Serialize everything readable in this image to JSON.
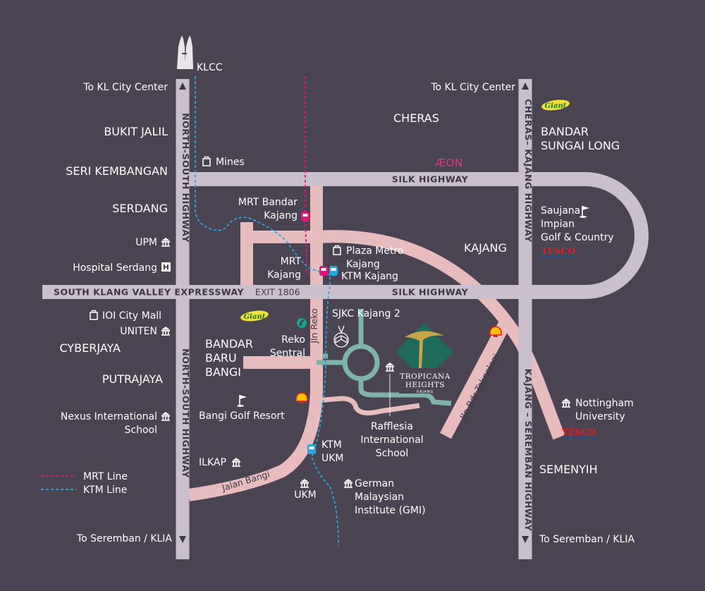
{
  "colors": {
    "background": "#4a4452",
    "highway": "#c9bfcd",
    "local_road": "#e8bcbf",
    "ring_road": "#7fb5a8",
    "mrt_line": "#e0157a",
    "ktm_line": "#2ba5de",
    "brand_gold": "#c9a44a",
    "brand_green": "#1f6b5a",
    "tesco_red": "#e31b23",
    "tesco_blue": "#1b4f9c"
  },
  "roads": {
    "north_south_top": "NORTH-SOUTH HIGHWAY",
    "north_south_bottom": "NORTH-SOUTH HIGHWAY",
    "cheras_kajang": "CHERAS– KAJANG HIGHWAY",
    "kajang_seremban": "KAJANG – SEREMBAN HIGHWAY",
    "silk_top": "SILK HIGHWAY",
    "silk_mid": "SILK HIGHWAY",
    "sklve": "SOUTH KLANG VALLEY EXPRESSWAY",
    "exit": "EXIT 1806",
    "jln_reko": "Jln Reko",
    "jln_bdr_teknologi": "Jln Bdr Teknologi",
    "jalan_bangi": "Jalan Bangi"
  },
  "places": {
    "klcc": "KLCC",
    "to_kl_left": "To KL City Center",
    "to_kl_right": "To KL City Center",
    "cheras": "CHERAS",
    "bukit_jalil": "BUKIT JALIL",
    "seri_kembangan": "SERI KEMBANGAN",
    "serdang": "SERDANG",
    "upm": "UPM",
    "hospital_serdang": "Hospital Serdang",
    "mines": "Mines",
    "bandar_sungai_long": [
      "BANDAR",
      "SUNGAI LONG"
    ],
    "saujana": [
      "Saujana",
      "Impian",
      "Golf & Country"
    ],
    "kajang": "KAJANG",
    "mrt_bandar_kajang": [
      "MRT Bandar",
      "Kajang"
    ],
    "mrt_kajang": [
      "MRT",
      "Kajang"
    ],
    "plaza_metro": [
      "Plaza Metro",
      "Kajang"
    ],
    "ktm_kajang": "KTM Kajang",
    "ioi_city_mall": "IOI City Mall",
    "uniten": "UNITEN",
    "cyberjaya": "CYBERJAYA",
    "putrajaya": "PUTRAJAYA",
    "bandar_baru_bangi": [
      "BANDAR",
      "BARU",
      "BANGI"
    ],
    "reko_sentral": [
      "Reko",
      "Sentral"
    ],
    "sjkc": "SJKC Kajang 2",
    "nexus": [
      "Nexus International",
      "School"
    ],
    "bangi_golf": "Bangi Golf Resort",
    "rafflesia": [
      "Rafflesia",
      "International",
      "School"
    ],
    "nottingham": [
      "Nottingham",
      "University"
    ],
    "semenyih": "SEMENYIH",
    "ilkap": "ILKAP",
    "ktm_ukm": [
      "KTM",
      "UKM"
    ],
    "ukm": "UKM",
    "gmi": [
      "German",
      "Malaysian",
      "Institute (GMI)"
    ],
    "to_seremban_left": "To Seremban / KLIA",
    "to_seremban_right": "To Seremban / KLIA"
  },
  "brands": {
    "aeon": "ÆON",
    "giant": "Giant",
    "tesco": "TESCO",
    "tropicana": [
      "TROPICANA",
      "HEIGHTS",
      "KAJANG"
    ]
  },
  "legend": {
    "mrt": "MRT Line",
    "ktm": "KTM Line"
  },
  "icons": {
    "train": "train-icon",
    "mall": "shopping-bag-icon",
    "institution": "institution-icon",
    "hospital": "hospital-icon",
    "golf": "golf-flag-icon",
    "shell": "shell-station-icon",
    "petronas": "petronas-station-icon",
    "school": "book-icon",
    "towers": "petronas-towers-icon"
  }
}
